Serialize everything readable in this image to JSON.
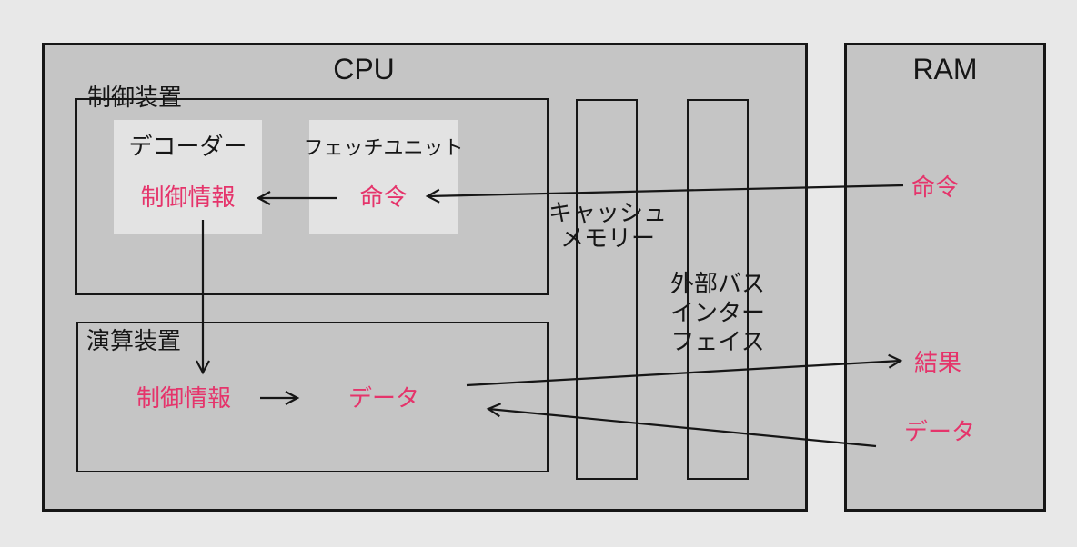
{
  "colors": {
    "page_bg": "#e8e8e8",
    "box_fill": "#c5c5c5",
    "panel_fill": "#e3e3e3",
    "line_color": "#161616",
    "accent_pink": "#e5346b"
  },
  "cpu": {
    "title": "CPU",
    "control_unit": {
      "label": "制御装置",
      "decoder": {
        "label": "デコーダー",
        "output": "制御情報"
      },
      "fetch_unit": {
        "label": "フェッチユニット",
        "output": "命令"
      }
    },
    "alu": {
      "label": "演算装置",
      "control_info": "制御情報",
      "data": "データ"
    },
    "cache_label": "キャッシュ\nメモリー",
    "external_bus_label": "外部バス\nインター\nフェイス"
  },
  "ram": {
    "title": "RAM",
    "instruction": "命令",
    "result": "結果",
    "data": "データ"
  }
}
